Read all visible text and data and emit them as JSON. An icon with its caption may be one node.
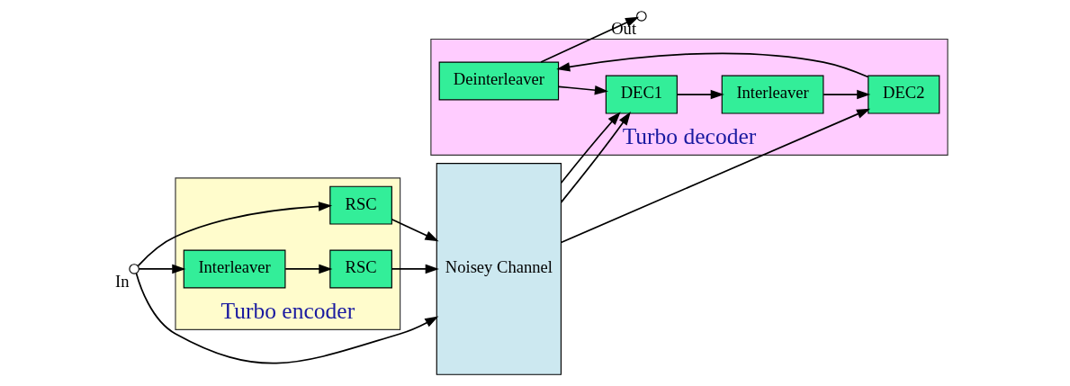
{
  "diagram": {
    "nodes": [
      {
        "text": [
          "Turbo encoder"
        ]
      },
      {
        "text": [],
        "shape": "circle",
        "beside": [
          "In"
        ]
      },
      {
        "text": [
          "RSC"
        ],
        "in": 0
      },
      {
        "text": [
          "Interleaver"
        ],
        "in": 0
      },
      {
        "text": [
          "RSC"
        ],
        "in": 0
      },
      {
        "text": [
          "Noisey Channel"
        ]
      },
      {
        "text": [
          "Turbo decoder"
        ]
      },
      {
        "text": [
          "Deinterleaver"
        ],
        "in": 6
      },
      {
        "text": [
          "DEC1"
        ],
        "in": 6
      },
      {
        "text": [
          "Interleaver"
        ],
        "in": 6
      },
      {
        "text": [
          "DEC2"
        ],
        "in": 6
      },
      {
        "text": [],
        "shape": "circle",
        "beside": [
          "Out"
        ]
      }
    ],
    "edges": [
      {
        "from": 1,
        "to": 5,
        "arrow": "to"
      },
      {
        "from": 1,
        "to": 2,
        "arrow": "to"
      },
      {
        "from": 1,
        "to": 3,
        "arrow": "to"
      },
      {
        "from": 3,
        "to": 4,
        "arrow": "to"
      },
      {
        "from": 2,
        "to": 5,
        "arrow": "to"
      },
      {
        "from": 4,
        "to": 5,
        "arrow": "to"
      },
      {
        "from": 5,
        "to": 8,
        "arrow": "to"
      },
      {
        "from": 5,
        "to": 8,
        "arrow": "to"
      },
      {
        "from": 5,
        "to": 10,
        "arrow": "to"
      },
      {
        "from": 8,
        "to": 9,
        "arrow": "to"
      },
      {
        "from": 9,
        "to": 10,
        "arrow": "to"
      },
      {
        "from": 10,
        "to": 7,
        "arrow": "to"
      },
      {
        "from": 7,
        "to": 8,
        "arrow": "to"
      },
      {
        "from": 7,
        "to": 11,
        "arrow": "to"
      }
    ]
  }
}
